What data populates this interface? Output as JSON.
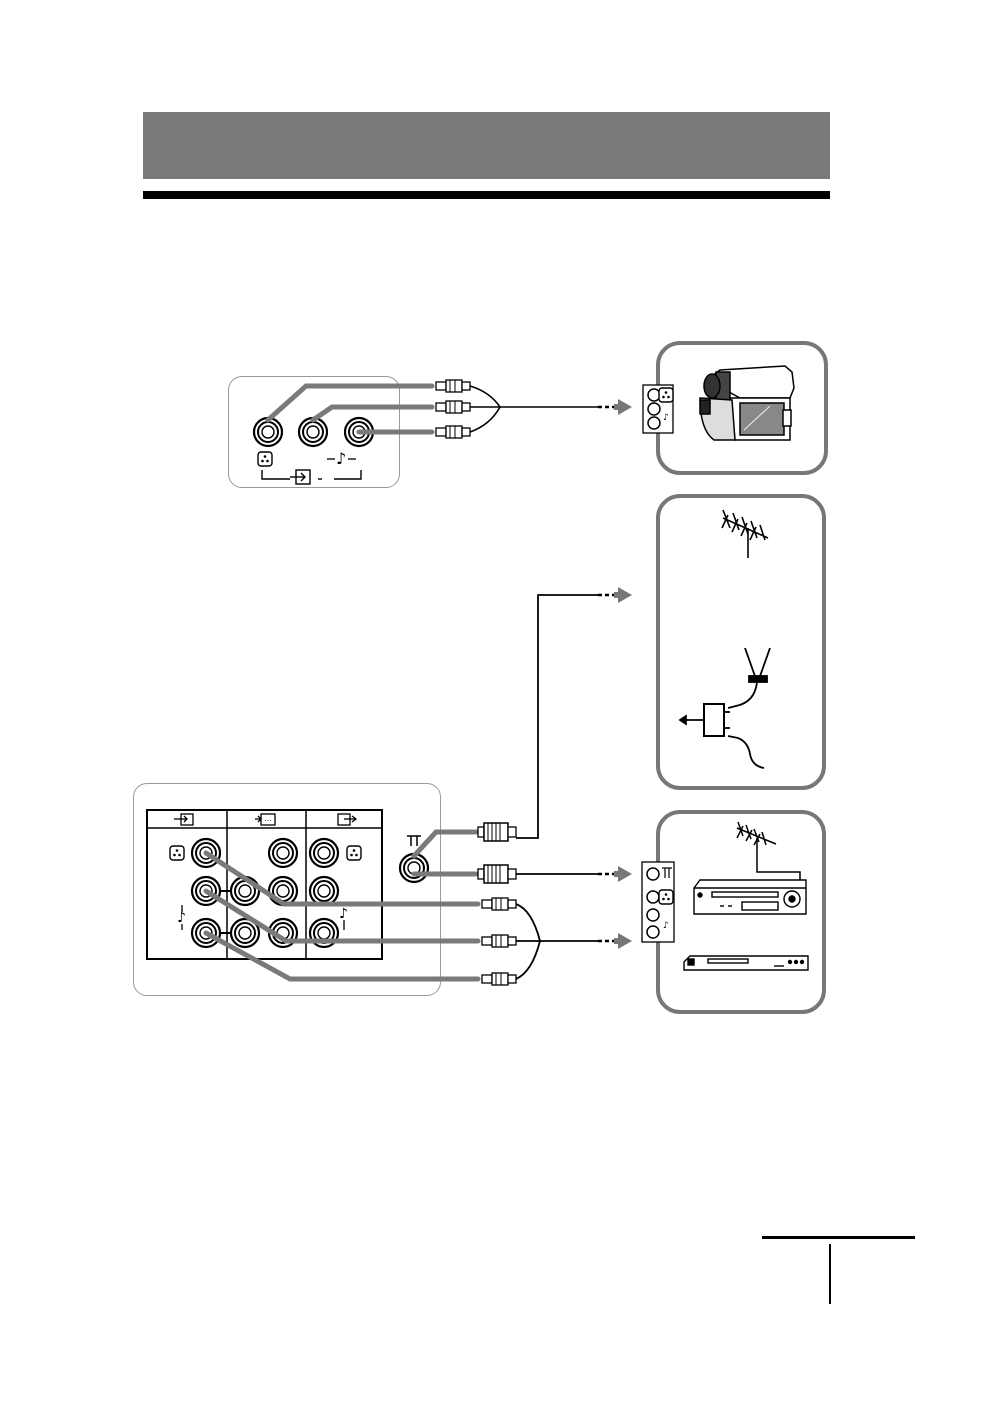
{
  "header": {
    "band_color": "#7a7a7a",
    "rule_color": "#000000"
  },
  "colors": {
    "cable": "#7a7a7a",
    "panel_border": "#777777",
    "line": "#000000"
  },
  "front_panel": {
    "jacks": [
      "video-in-jack",
      "audio-left-jack",
      "audio-right-jack"
    ],
    "icons": [
      "video-symbol-icon",
      "audio-note-icon",
      "input-arrow-icon"
    ]
  },
  "rear_panel": {
    "sections": [
      "input-icon",
      "monitor-out-icon",
      "output-icon"
    ],
    "antenna_jack_icon": "antenna-symbol-icon"
  },
  "devices": {
    "camcorder": "camcorder-icon",
    "antenna": "antenna-icon",
    "vcr": "vcr-icon",
    "dvd": "dvd-player-icon"
  }
}
